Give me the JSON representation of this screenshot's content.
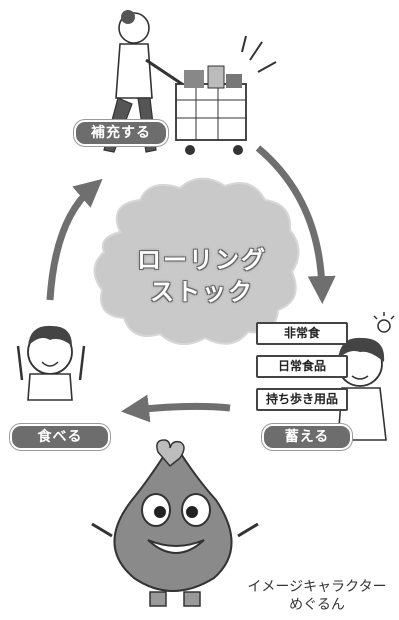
{
  "center_title": {
    "line1": "ローリング",
    "line2": "ストック"
  },
  "steps": {
    "replenish": "補充する",
    "store": "蓄える",
    "eat": "食べる"
  },
  "stock_items": [
    "非常食",
    "日常食品",
    "持ち歩き用品"
  ],
  "character_caption": {
    "line1": "イメージキャラクター",
    "line2": "めぐるん"
  }
}
